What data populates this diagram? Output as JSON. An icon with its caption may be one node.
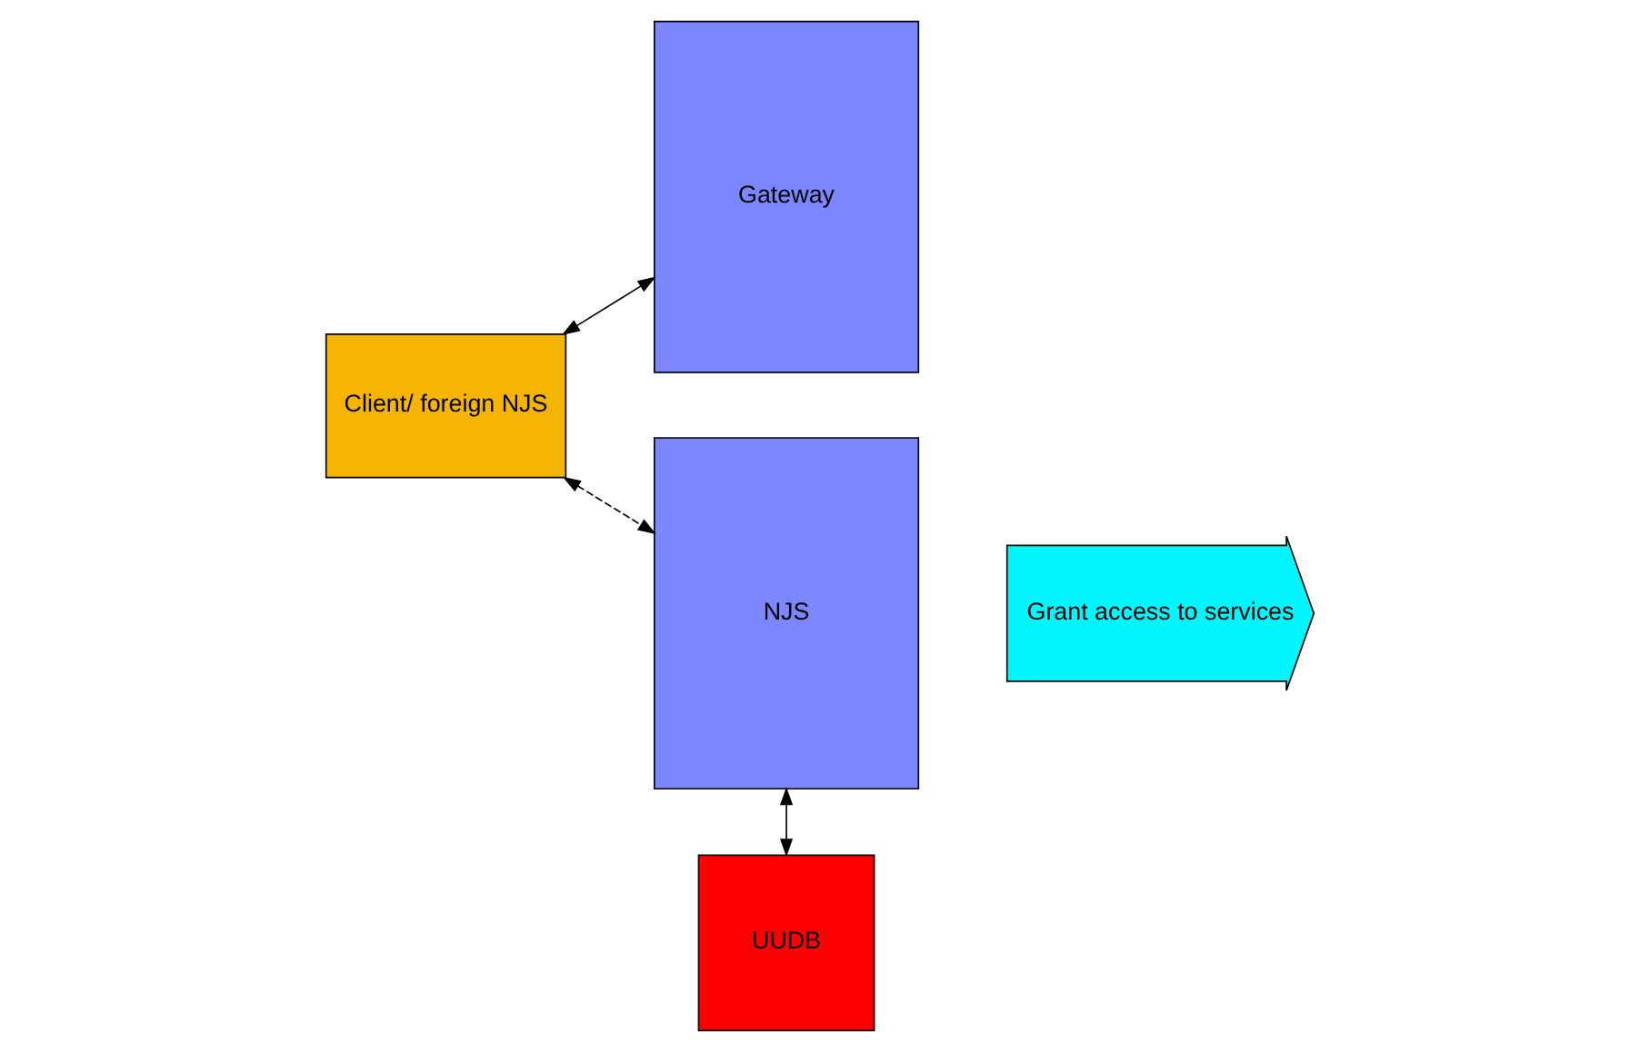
{
  "diagram": {
    "nodes": [
      {
        "text": [
          "Client/ foreign NJS"
        ]
      },
      {
        "text": [
          "Gateway"
        ]
      },
      {
        "text": [
          "NJS"
        ]
      },
      {
        "text": [
          "Grant access to services"
        ]
      },
      {
        "text": [
          "UUDB"
        ]
      }
    ],
    "edges": [
      {
        "from": 0,
        "to": 1,
        "arrow": "both"
      },
      {
        "from": 0,
        "to": 2,
        "arrow": "both",
        "style": "dashed"
      },
      {
        "from": 2,
        "to": 4,
        "arrow": "both"
      }
    ]
  }
}
